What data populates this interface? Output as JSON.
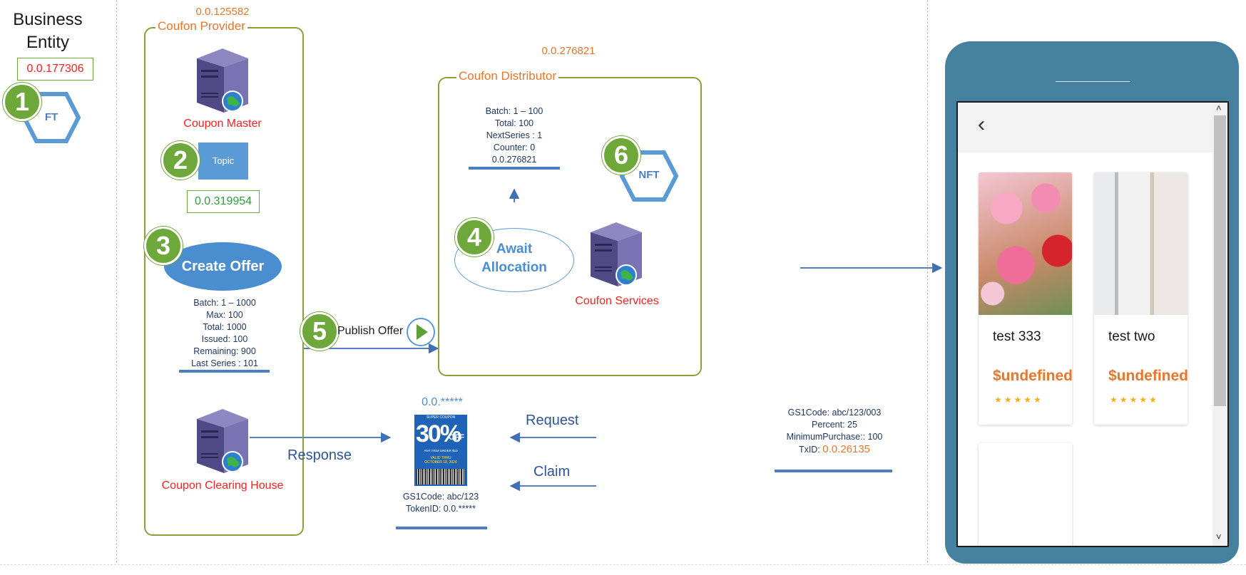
{
  "business_entity": {
    "title_line1": "Business",
    "title_line2": "Entity",
    "account_id": "0.0.177306",
    "token_label": "FT"
  },
  "provider": {
    "account_id": "0.0.125582",
    "title": "Coufon Provider",
    "coupon_master_label": "Coupon Master",
    "topic_label": "Topic",
    "topic_id": "0.0.319954",
    "create_offer_label": "Create Offer",
    "offer_info": [
      "Batch: 1 – 1000",
      "Max: 100",
      "Total: 1000",
      "Issued: 100",
      "Remaining: 900",
      "Last Series : 101"
    ],
    "clearing_house_label": "Coupon Clearing House"
  },
  "distributor": {
    "account_id": "0.0.276821",
    "title": "Coufon Distributor",
    "batch_info": [
      "Batch: 1 – 100",
      "Total: 100",
      "NextSeries : 1",
      "Counter: 0",
      "0.0.276821"
    ],
    "await_line1": "Await",
    "await_line2": "Allocation",
    "nft_label": "NFT",
    "services_label": "Coufon Services"
  },
  "steps": [
    "1",
    "2",
    "3",
    "4",
    "5",
    "6"
  ],
  "flow": {
    "publish_offer": "Publish Offer",
    "response": "Response",
    "request": "Request",
    "claim": "Claim"
  },
  "coupon": {
    "token_id_top": "0.0.*****",
    "header_text": "SUPER COUPON",
    "percent": "30%",
    "off": "OFF",
    "fine_print": "ANY ITEM UNDER $10",
    "valid_line1": "VALID THRU",
    "valid_line2": "OCTOBER 18, 2020",
    "gs1": "GS1Code: abc/123",
    "token_id": "TokenID: 0.0.*****"
  },
  "transaction": {
    "gs1": "GS1Code: abc/123/003",
    "percent": "Percent: 25",
    "min_purchase": "MinimumPurchase:: 100",
    "txid_label": "TxID:",
    "txid_value": "0.0.26135"
  },
  "phone": {
    "back_glyph": "‹",
    "scroll_up": "˄",
    "scroll_down": "˅",
    "products": [
      {
        "name": "test 333",
        "price": "$undefined",
        "rating": 5
      },
      {
        "name": "test two",
        "price": "$undefined",
        "rating": 5
      }
    ],
    "star_glyphs": "★★★★★"
  },
  "colors": {
    "accent_green": "#6fa83a",
    "accent_blue": "#4a8ed0",
    "orange": "#e8762c",
    "red": "#ff1f1f",
    "phone": "#45819f"
  }
}
